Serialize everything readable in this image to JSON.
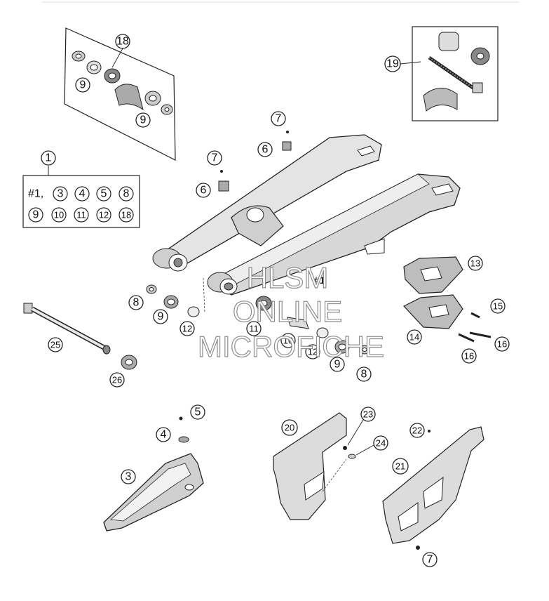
{
  "kit1": {
    "title_num": "1",
    "prefix": "#1,",
    "row1": [
      "3",
      "4",
      "5",
      "8"
    ],
    "row2": [
      "9",
      "10",
      "11",
      "12",
      "18"
    ]
  },
  "callouts": {
    "c18": "18",
    "c9a": "9",
    "c9b": "9",
    "c19": "19",
    "c7a": "7",
    "c6a": "6",
    "c7b": "7",
    "c6b": "6",
    "c8a": "8",
    "c9c": "9",
    "c12a": "12",
    "c11": "11",
    "c10": "10",
    "c12b": "12",
    "c9d": "9",
    "c8b": "8",
    "c13": "13",
    "c14": "14",
    "c15": "15",
    "c16a": "16",
    "c16b": "16",
    "c25": "25",
    "c26": "26",
    "c5": "5",
    "c4": "4",
    "c3": "3",
    "c20": "20",
    "c23": "23",
    "c24": "24",
    "c22": "22",
    "c21": "21",
    "c7c": "7"
  },
  "swingarm_label": "#1",
  "watermark": {
    "line1": "HLSM",
    "line2": "ONLINE",
    "line3": "MICROFICHE"
  },
  "colors": {
    "line": "#1a1a1a",
    "shade": "#bdbdbd",
    "light": "#e6e6e6"
  }
}
